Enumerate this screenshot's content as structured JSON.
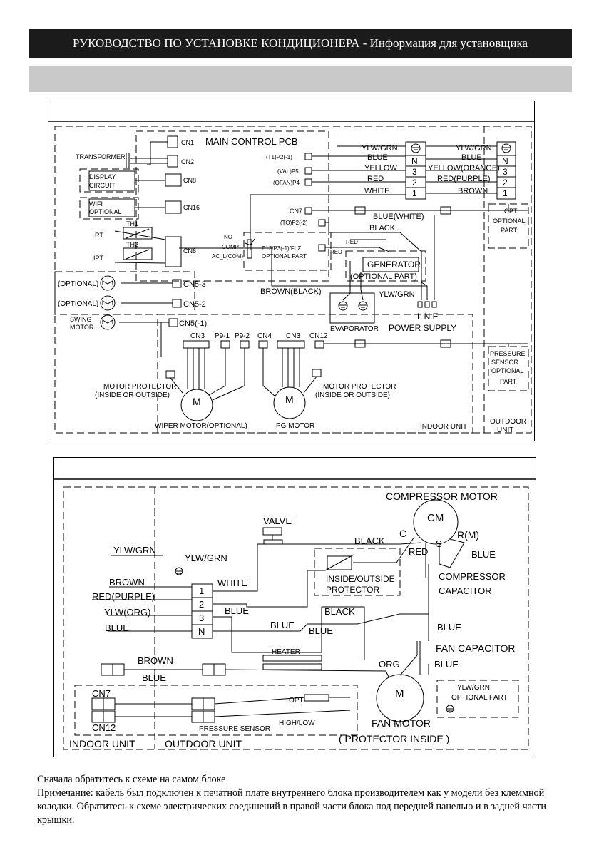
{
  "header": {
    "title": "РУКОВОДСТВО ПО УСТАНОВКЕ КОНДИЦИОНЕРА - Информация для установщика"
  },
  "indoor_diagram": {
    "pcb_title": "MAIN CONTROL PCB",
    "left_labels": {
      "transformer": "TRANSFORMER",
      "display_1": "DISPLAY",
      "display_2": "CIRCUIT",
      "wifi_1": "WIFI",
      "wifi_2": "OPTIONAL",
      "th1": "TH1",
      "rt": "RT",
      "th2": "TH2",
      "ipt": "IPT",
      "optional_1": "(OPTIONAL)",
      "optional_2": "(OPTIONAL)",
      "swing_1": "SWING",
      "swing_2": "MOTOR"
    },
    "connectors": {
      "cn1": "CN1",
      "cn2": "CN2",
      "cn8": "CN8",
      "cn16": "CN16",
      "cn6": "CN6",
      "cn5_3": "CN5-3",
      "cn5_2": "CN5-2",
      "cn5_1": "CN5(-1)",
      "cn3_left": "CN3",
      "p9_1": "P9-1",
      "p9_2": "P9-2",
      "cn4": "CN4",
      "cn3_right": "CN3",
      "cn12": "CN12",
      "cn7": "CN7"
    },
    "pcb_terminals": {
      "t1": "(T1)P2(-1)",
      "val": "(VAL)P5",
      "ofan": "(OFAN)P4",
      "to": "(TO)P2(-2)",
      "no": "NO",
      "comp": "COMP",
      "ac_l": "AC_L(COM)",
      "p12_1": "P12/P3(-1)/FLZ",
      "p12_2": "OPTIONAL PART"
    },
    "wires_indoor": [
      "YLW/GRN",
      "BLUE",
      "YELLOW",
      "RED",
      "WHITE"
    ],
    "terminal_indoor": [
      "N",
      "3",
      "2",
      "1"
    ],
    "wires_outdoor": [
      "YLW/GRN",
      "BLUE",
      "YELLOW(ORANGE)",
      "RED(PURPLE)",
      "BROWN"
    ],
    "terminal_outdoor": [
      "N",
      "3",
      "2",
      "1"
    ],
    "misc": {
      "blue_white": "BLUE(WHITE)",
      "black": "BLACK",
      "red1": "RED",
      "red2": "RED",
      "generator_1": "GENERATOR",
      "generator_2": "(OPTIONAL PART)",
      "brown_black": "BROWN(BLACK)",
      "ylw_grn_ps": "YLW/GRN",
      "lne": "L N E",
      "power_supply": "POWER SUPPLY",
      "evaporator": "EVAPORATOR",
      "opt_1": "OPT",
      "opt_2": "OPTIONAL",
      "opt_3": "PART",
      "pressure_1": "PRESSURE",
      "pressure_2": "SENSOR",
      "pressure_3": "OPTIONAL",
      "pressure_4": "PART",
      "mp_left_1": "MOTOR PROTECTOR",
      "mp_left_2": "(INSIDE OR OUTSIDE)",
      "mp_right_1": "MOTOR PROTECTOR",
      "mp_right_2": "(INSIDE OR OUTSIDE)",
      "motor_m": "M",
      "wiper_motor": "WIPER MOTOR(OPTIONAL)",
      "pg_motor": "PG MOTOR",
      "indoor_unit": "INDOOR UNIT",
      "outdoor_1": "OUTDOOR",
      "outdoor_2": "UNIT"
    }
  },
  "outdoor_diagram": {
    "compressor_motor": "COMPRESSOR MOTOR",
    "cm": "CM",
    "c": "C",
    "rm": "R(M)",
    "s": "S",
    "valve": "VALVE",
    "black1": "BLACK",
    "red": "RED",
    "blue_right": "BLUE",
    "ylw_grn_1": "YLW/GRN",
    "ylw_grn_2": "YLW/GRN",
    "protector_1": "INSIDE/OUTSIDE",
    "protector_2": "PROTECTOR",
    "comp_cap_1": "COMPRESSOR",
    "comp_cap_2": "CAPACITOR",
    "brown": "BROWN",
    "white": "WHITE",
    "red_purple": "RED(PURPLE)",
    "ylw_org": "YLW(ORG)",
    "blue_left": "BLUE",
    "term": [
      "1",
      "2",
      "3",
      "N"
    ],
    "blue_t2": "BLUE",
    "black2": "BLACK",
    "blue_t3": "BLUE",
    "blue_n": "BLUE",
    "blue_cap": "BLUE",
    "fan_capacitor": "FAN CAPACITOR",
    "heater": "HEATER",
    "brown2": "BROWN",
    "blue2": "BLUE",
    "org": "ORG",
    "blue3": "BLUE",
    "fan_m": "M",
    "fan_ylw_1": "YLW/GRN",
    "fan_ylw_2": "OPTIONAL PART",
    "cn7": "CN7",
    "cn12": "CN12",
    "opt": "OPT",
    "pressure_sensor": "PRESSURE SENSOR",
    "high_low": "HIGH/LOW",
    "fan_motor_1": "FAN MOTOR",
    "fan_motor_2": "( PROTECTOR INSIDE )",
    "indoor_unit": "INDOOR UNIT",
    "outdoor_unit": "OUTDOOR UNIT"
  },
  "notes": {
    "line1": "Сначала обратитесь к схеме на самом блоке",
    "line2": "Примечание: кабель был подключен к печатной плате внутреннего блока производителем как у модели без клеммной колодки. Обратитесь к схеме электрических соединений в правой части блока под передней панелью и в задней части  крышки."
  }
}
